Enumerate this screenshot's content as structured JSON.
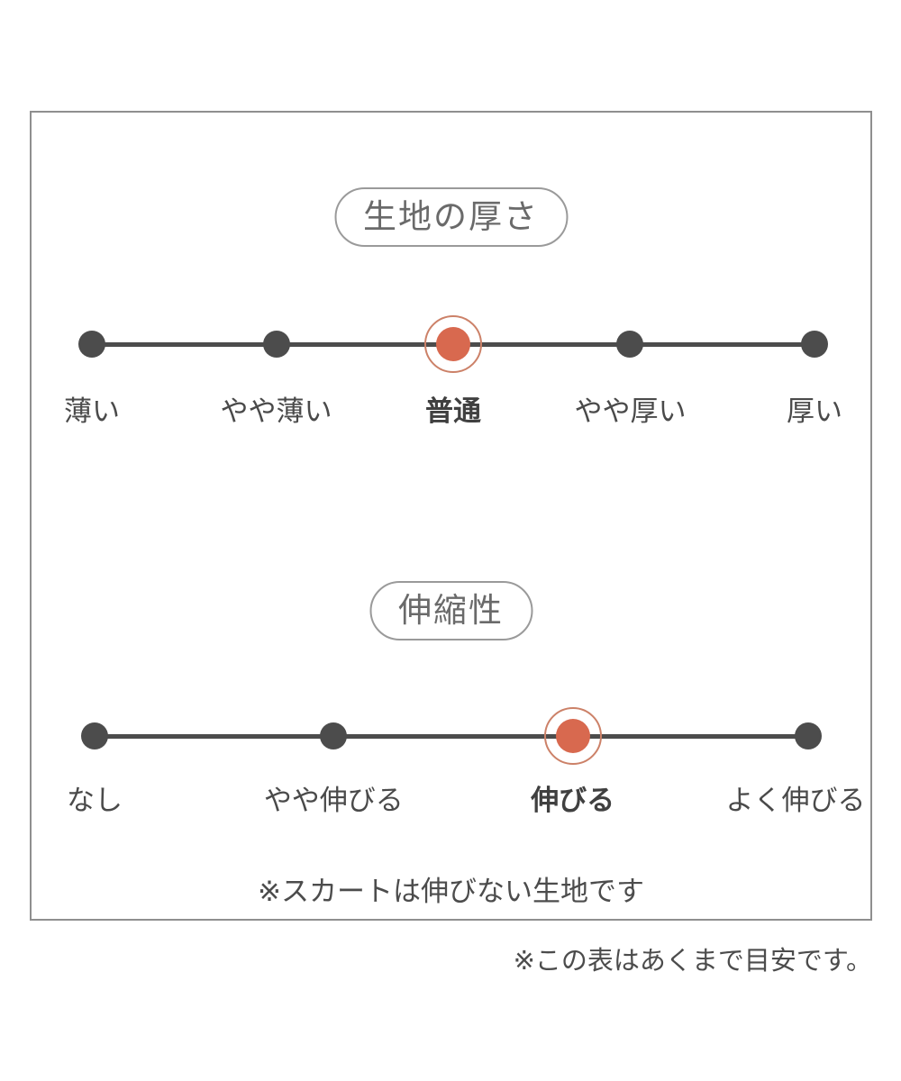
{
  "colors": {
    "background": "#ffffff",
    "box_border": "#8f8f8f",
    "line": "#4c4c4c",
    "dot": "#4c4c4c",
    "accent": "#d8694f",
    "accent_ring": "#cc8168",
    "label": "#4a4a4a",
    "label_active": "#404040",
    "pill_text": "#6a6a6a",
    "pill_border": "#9a9a9a",
    "note": "#4c4c4c"
  },
  "chart_data": [
    {
      "type": "scale",
      "title": "生地の厚さ",
      "options": [
        "薄い",
        "やや薄い",
        "普通",
        "やや厚い",
        "厚い"
      ],
      "selected": "普通",
      "selected_index": 2
    },
    {
      "type": "scale",
      "title": "伸縮性",
      "options": [
        "なし",
        "やや伸びる",
        "伸びる",
        "よく伸びる"
      ],
      "selected": "伸びる",
      "selected_index": 2,
      "note": "※スカートは伸びない生地です"
    }
  ],
  "footer_note": "※この表はあくまで目安です。"
}
